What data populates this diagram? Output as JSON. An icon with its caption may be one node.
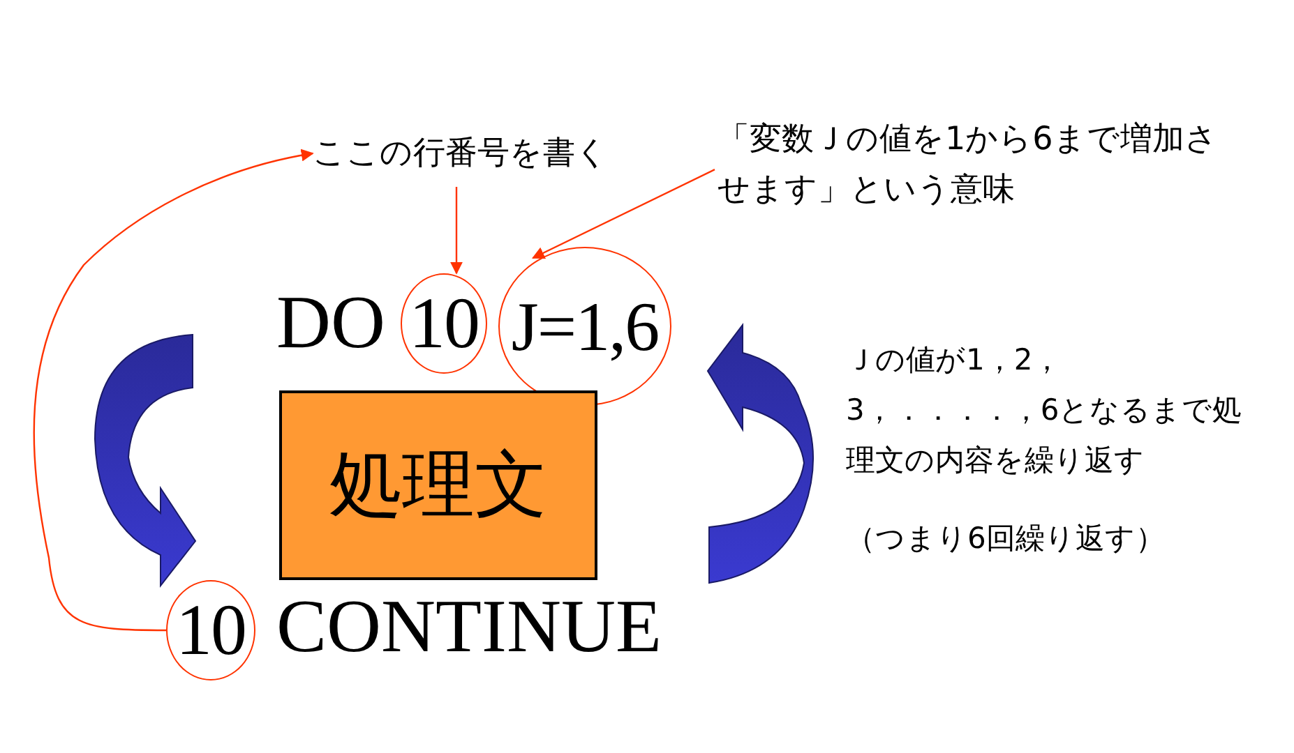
{
  "diagram": {
    "nodes": [
      {
        "text": [
          "ここの行番号を書く"
        ]
      },
      {
        "text": [
          "「変数Ｊの値を1から6まで増加させます」という意味"
        ]
      },
      {
        "text": [
          "10"
        ]
      },
      {
        "text": [
          "J=1,6"
        ]
      },
      {
        "text": [
          "処理文"
        ]
      },
      {
        "text": [
          "10"
        ]
      }
    ],
    "edges": [
      {
        "from": 0,
        "to": 2,
        "arrow": "to"
      },
      {
        "from": 1,
        "to": 3,
        "arrow": "to"
      },
      {
        "from": 5,
        "to": 0,
        "arrow": "to"
      }
    ],
    "labels": [
      "DO",
      "CONTINUE",
      "Ｊの値が1，2，3，．．．．，6となるまで処理文の内容を繰り返す",
      "（つまり6回繰り返す）"
    ]
  }
}
